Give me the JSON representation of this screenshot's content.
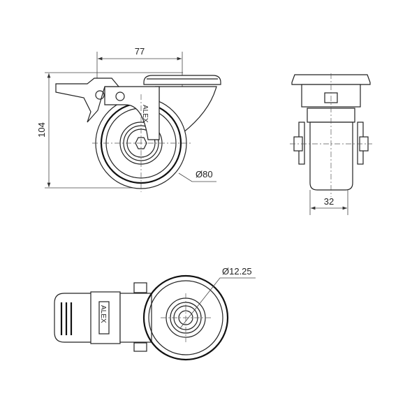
{
  "drawing": {
    "front_view": {
      "dim_offset": "77",
      "dim_height": "104",
      "dim_wheel_diameter": "Ø80",
      "brand_mark": "ALEX"
    },
    "side_view": {
      "dim_wheel_width": "32"
    },
    "top_view": {
      "dim_bore_diameter": "Ø12.25",
      "brand_mark": "ALEX"
    }
  }
}
